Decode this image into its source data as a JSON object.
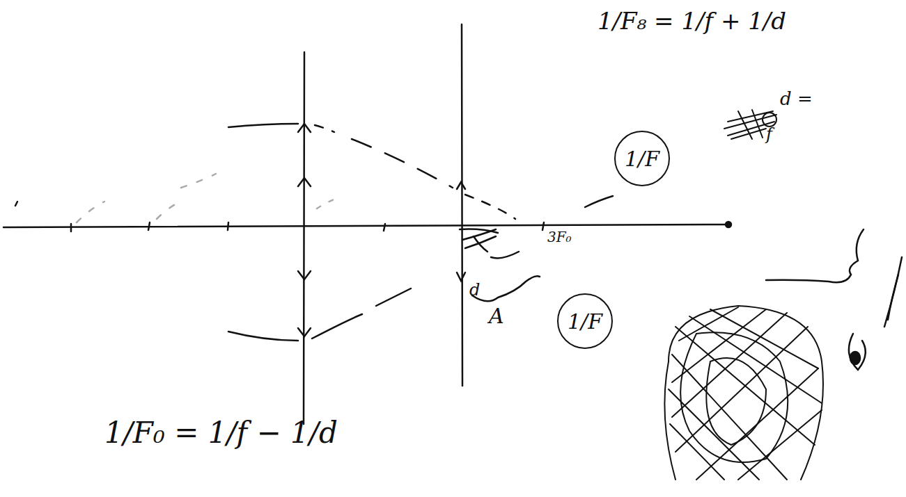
{
  "diagram": {
    "nodes": [
      {
        "text": [
          "1/F"
        ]
      },
      {
        "text": [
          "1/F"
        ]
      }
    ],
    "labels": [
      "1/F₈ = 1/f + 1/d",
      "d =",
      "f",
      "3F₀",
      "d",
      "A",
      "1/F₀ = 1/f − 1/d"
    ]
  }
}
